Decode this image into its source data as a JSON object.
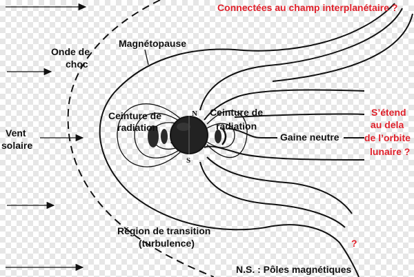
{
  "labels": {
    "shock_wave": [
      "Onde de",
      "choc"
    ],
    "magnetopause": "Magnétopause",
    "solar_wind": [
      "Vent",
      "solaire"
    ],
    "radiation_belt_left": [
      "Ceinture de",
      "radiation"
    ],
    "radiation_belt_right": [
      "Ceinture de",
      "radiation"
    ],
    "pole_north": "N",
    "pole_south": "S",
    "neutral_sheet": "Gaine neutre",
    "transition_region": [
      "Région de transition",
      "(turbulence)"
    ],
    "legend": "N.S. : Pôles magnétiques"
  },
  "annotations": {
    "interplanetary": "Connectées au champ interplanétaire ?",
    "beyond_orbit": [
      "S’étend",
      "au dela",
      "de l’orbite",
      "lunaire ?"
    ],
    "question": "?"
  },
  "colors": {
    "annotation": "#e0202a",
    "line": "#111111"
  }
}
